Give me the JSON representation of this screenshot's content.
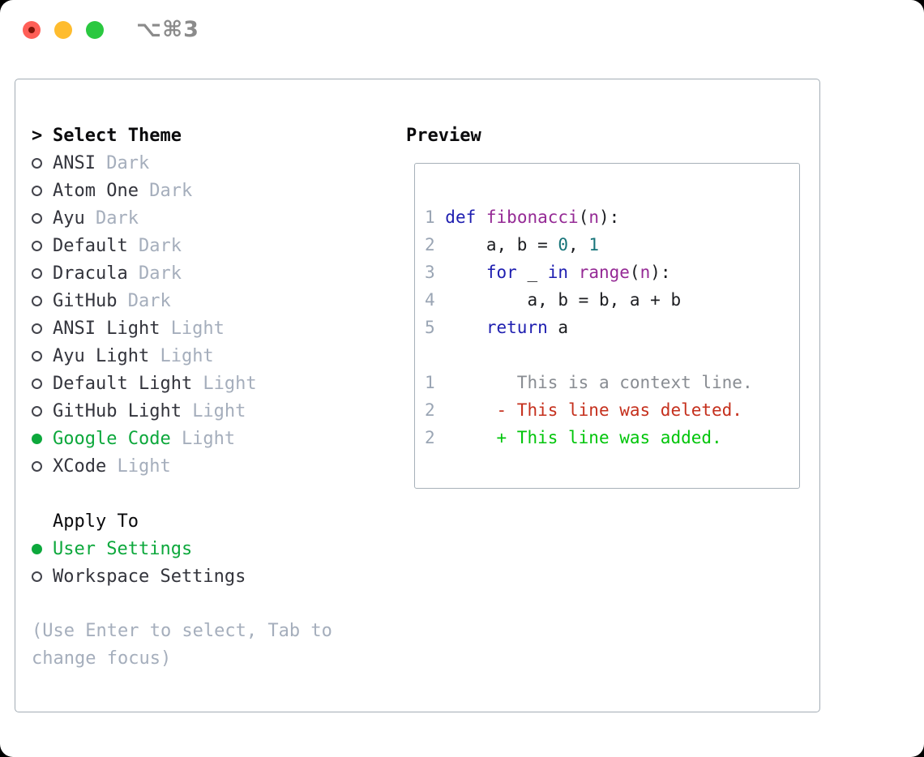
{
  "window": {
    "title": "⌥⌘3"
  },
  "colors": {
    "close_button": "#ff5f57",
    "minimize_button": "#febc2e",
    "zoom_button": "#2ac840",
    "accent_green": "#0da83c",
    "keyword": "#1e1eb0",
    "function": "#952a95",
    "number": "#177479",
    "plain": "#1c1d21",
    "line_number": "#9aa5b4",
    "context": "#888c92",
    "deleted": "#c5301d",
    "added": "#00c50a",
    "muted": "#a5aebc",
    "border": "#a3adb5"
  },
  "theme_section": {
    "cursor": ">",
    "title": "Select Theme",
    "themes": [
      {
        "name": "ANSI",
        "kind": "Dark",
        "selected": false
      },
      {
        "name": "Atom One",
        "kind": "Dark",
        "selected": false
      },
      {
        "name": "Ayu",
        "kind": "Dark",
        "selected": false
      },
      {
        "name": "Default",
        "kind": "Dark",
        "selected": false
      },
      {
        "name": "Dracula",
        "kind": "Dark",
        "selected": false
      },
      {
        "name": "GitHub",
        "kind": "Dark",
        "selected": false
      },
      {
        "name": "ANSI Light",
        "kind": "Light",
        "selected": false
      },
      {
        "name": "Ayu Light",
        "kind": "Light",
        "selected": false
      },
      {
        "name": "Default Light",
        "kind": "Light",
        "selected": false
      },
      {
        "name": "GitHub Light",
        "kind": "Light",
        "selected": false
      },
      {
        "name": "Google Code",
        "kind": "Light",
        "selected": true
      },
      {
        "name": "XCode",
        "kind": "Light",
        "selected": false
      }
    ]
  },
  "apply_section": {
    "title": "Apply To",
    "options": [
      {
        "label": "User Settings",
        "selected": true
      },
      {
        "label": "Workspace Settings",
        "selected": false
      }
    ]
  },
  "help": {
    "lines": [
      "(Use Enter to select, Tab to",
      "change focus)"
    ]
  },
  "preview": {
    "title": "Preview",
    "code_lines": [
      {
        "num": "1",
        "segments": [
          {
            "text": "def",
            "color": "keyword"
          },
          {
            "text": " ",
            "color": "plain"
          },
          {
            "text": "fibonacci",
            "color": "function"
          },
          {
            "text": "(",
            "color": "plain"
          },
          {
            "text": "n",
            "color": "function"
          },
          {
            "text": "):",
            "color": "plain"
          }
        ]
      },
      {
        "num": "2",
        "segments": [
          {
            "text": "    a, b = ",
            "color": "plain"
          },
          {
            "text": "0",
            "color": "number"
          },
          {
            "text": ", ",
            "color": "plain"
          },
          {
            "text": "1",
            "color": "number"
          }
        ]
      },
      {
        "num": "3",
        "segments": [
          {
            "text": "    ",
            "color": "plain"
          },
          {
            "text": "for",
            "color": "keyword"
          },
          {
            "text": " _ ",
            "color": "plain"
          },
          {
            "text": "in",
            "color": "keyword"
          },
          {
            "text": " ",
            "color": "plain"
          },
          {
            "text": "range",
            "color": "function"
          },
          {
            "text": "(",
            "color": "plain"
          },
          {
            "text": "n",
            "color": "function"
          },
          {
            "text": "):",
            "color": "plain"
          }
        ]
      },
      {
        "num": "4",
        "segments": [
          {
            "text": "        a, b = b, a + b",
            "color": "plain"
          }
        ]
      },
      {
        "num": "5",
        "segments": [
          {
            "text": "    ",
            "color": "plain"
          },
          {
            "text": "return",
            "color": "keyword"
          },
          {
            "text": " a",
            "color": "plain"
          }
        ]
      }
    ],
    "diff_lines": [
      {
        "num": "1",
        "segments": [
          {
            "text": "       This is a context line.",
            "color": "context"
          }
        ]
      },
      {
        "num": "2",
        "segments": [
          {
            "text": "     ",
            "color": "plain"
          },
          {
            "text": "- This line was deleted.",
            "color": "deleted"
          }
        ]
      },
      {
        "num": "2",
        "segments": [
          {
            "text": "     ",
            "color": "plain"
          },
          {
            "text": "+ This line was added.",
            "color": "added"
          }
        ]
      }
    ]
  }
}
